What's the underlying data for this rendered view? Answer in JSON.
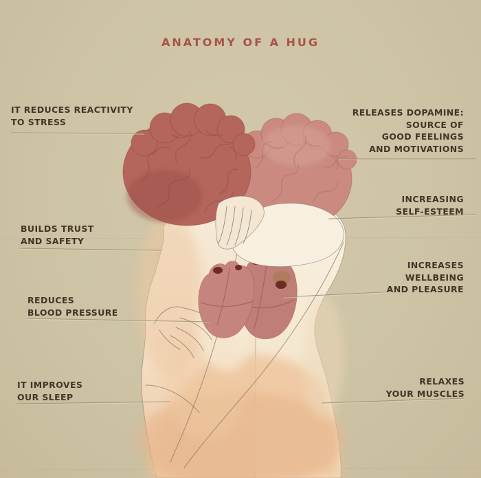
{
  "title": "ANATOMY OF A HUG",
  "labels": [
    {
      "id": "reduces-reactivity",
      "side": "left",
      "lines": [
        "IT REDUCES REACTIVITY",
        "TO STRESS"
      ]
    },
    {
      "id": "releases-dopamine",
      "side": "right",
      "lines": [
        "RELEASES DOPAMINE:",
        "SOURCE OF",
        "GOOD FEELINGS",
        "AND MOTIVATIONS"
      ]
    },
    {
      "id": "increasing-self-esteem",
      "side": "right",
      "lines": [
        "INCREASING",
        "SELF-ESTEEM"
      ]
    },
    {
      "id": "builds-trust",
      "side": "left",
      "lines": [
        "BUILDS TRUST",
        "AND SAFETY"
      ]
    },
    {
      "id": "increases-wellbeing",
      "side": "right",
      "lines": [
        "INCREASES",
        "WELLBEING",
        "AND PLEASURE"
      ]
    },
    {
      "id": "reduces-blood-pressure",
      "side": "left",
      "lines": [
        "REDUCES",
        "BLOOD PRESSURE"
      ]
    },
    {
      "id": "improves-sleep",
      "side": "left",
      "lines": [
        "IT IMPROVES",
        "OUR SLEEP"
      ]
    },
    {
      "id": "relaxes-muscles",
      "side": "right",
      "lines": [
        "RELAXES",
        "YOUR MUSCLES"
      ]
    }
  ],
  "colors": {
    "background": "#cec3a5",
    "title_text": "#a5544b",
    "label_text": "#443528",
    "leader_line": "#998c72",
    "left_brain": "#b4655c",
    "right_brain": "#ca8a80",
    "heart": "#c5847e",
    "heart_spot": "#6e2c26",
    "skin_light": "#f8f1e2",
    "skin_warm": "#eaba92"
  },
  "illustration": {
    "description": "Two people embracing; their heads are drawn as overlapping brains and two anatomical hearts touch between their chests",
    "elements": [
      "left-brain",
      "right-brain",
      "left-heart",
      "right-heart",
      "embracing-figures"
    ]
  }
}
